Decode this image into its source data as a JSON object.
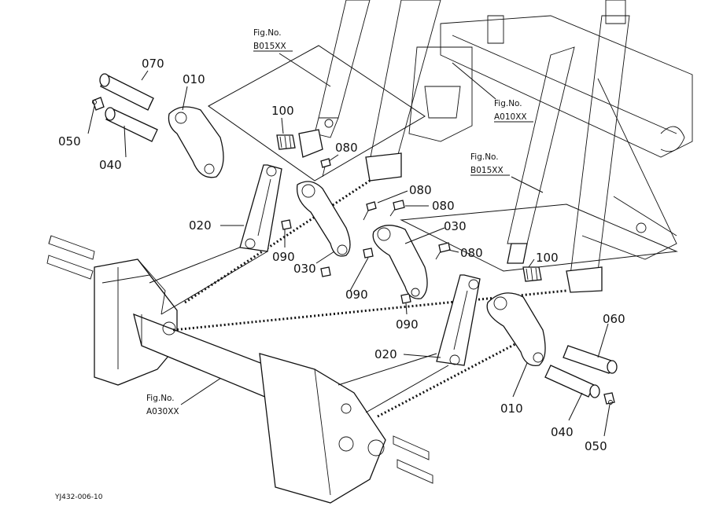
{
  "fig_refs": {
    "b015_top": [
      "Fig.No.",
      "B015XX"
    ],
    "a010": [
      "Fig.No.",
      "A010XX"
    ],
    "b015_right": [
      "Fig.No.",
      "B015XX"
    ],
    "a030": [
      "Fig.No.",
      "A030XX"
    ]
  },
  "callouts": {
    "c070": "070",
    "c010_left": "010",
    "c050_left": "050",
    "c040_left": "040",
    "c100_left": "100",
    "c080_a": "080",
    "c080_b": "080",
    "c080_c": "080",
    "c020_left": "020",
    "c090_a": "090",
    "c030_a": "030",
    "c030_b": "030",
    "c080_d": "080",
    "c090_b": "090",
    "c090_c": "090",
    "c100_right": "100",
    "c060": "060",
    "c020_right": "020",
    "c010_right": "010",
    "c040_right": "040",
    "c050_right": "050"
  },
  "drawing_number": "YJ432-006-10"
}
